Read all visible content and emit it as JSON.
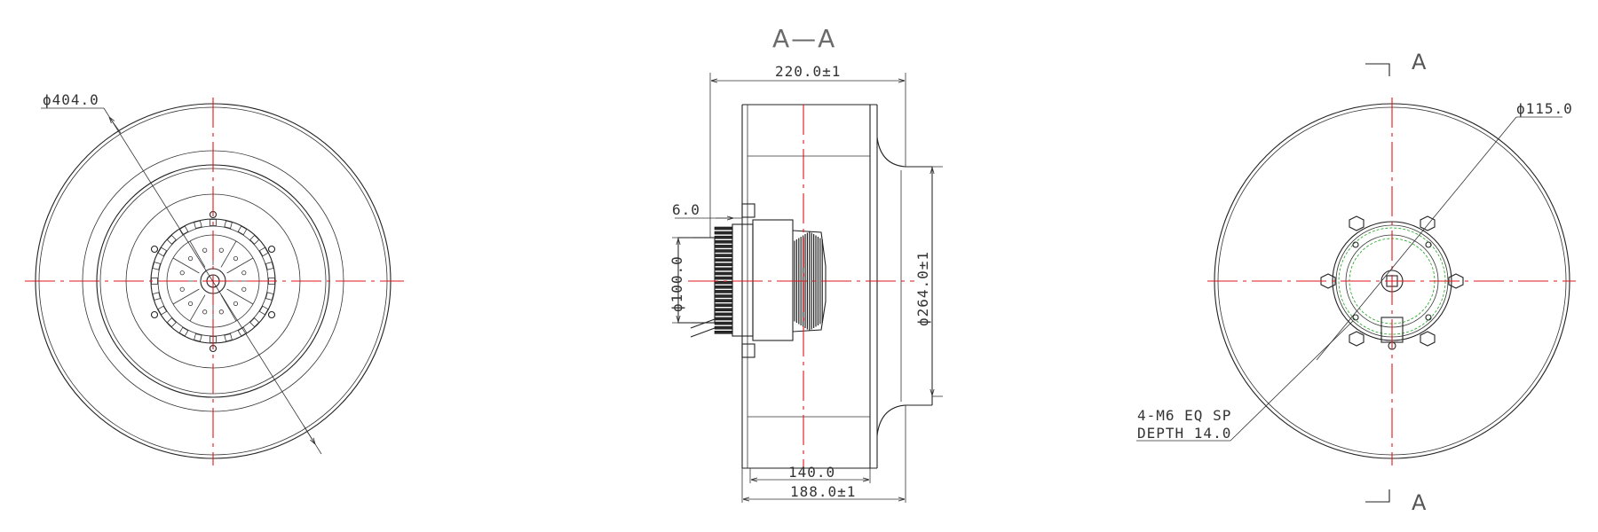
{
  "front_view": {
    "dim_outer_dia": "ϕ404.0"
  },
  "section_view": {
    "title": "A—A",
    "dim_total_width": "220.0±1",
    "dim_flange": "6.0",
    "dim_hub_dia": "ϕ100.0",
    "dim_inlet_dia": "ϕ264.0±1",
    "dim_wheel_width": "140.0",
    "dim_overall": "188.0±1"
  },
  "rear_view": {
    "section_mark_top": "A",
    "section_mark_bottom": "A",
    "dim_bolt_circle": "ϕ115.0",
    "note_line1": "4-M6 EQ SP",
    "note_line2": "DEPTH 14.0"
  },
  "colors": {
    "outline": "#222222",
    "centerline": "#e1141b",
    "hidden_green": "#1aa61a"
  }
}
